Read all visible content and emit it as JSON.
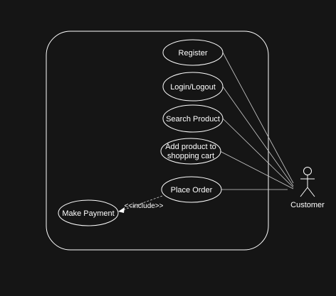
{
  "diagram": {
    "type": "use-case",
    "system_boundary": {
      "title": ""
    },
    "actor": {
      "name": "Customer"
    },
    "use_cases": [
      {
        "id": "register",
        "label": "Register"
      },
      {
        "id": "login",
        "label": "Login/Logout"
      },
      {
        "id": "search",
        "label": "Search Product"
      },
      {
        "id": "add_cart",
        "label_line1": "Add product to",
        "label_line2": "shopping cart"
      },
      {
        "id": "place_order",
        "label": "Place Order"
      },
      {
        "id": "make_payment",
        "label": "Make Payment"
      }
    ],
    "relations": {
      "include_label": "<<include>>",
      "include_from": "Place Order",
      "include_to": "Make Payment",
      "actor_associations": [
        "Register",
        "Login/Logout",
        "Search Product",
        "Add product to shopping cart",
        "Place Order"
      ]
    },
    "colors": {
      "background": "#151515",
      "stroke": "#ffffff",
      "line": "#cfcfcf",
      "text": "#ffffff"
    }
  }
}
